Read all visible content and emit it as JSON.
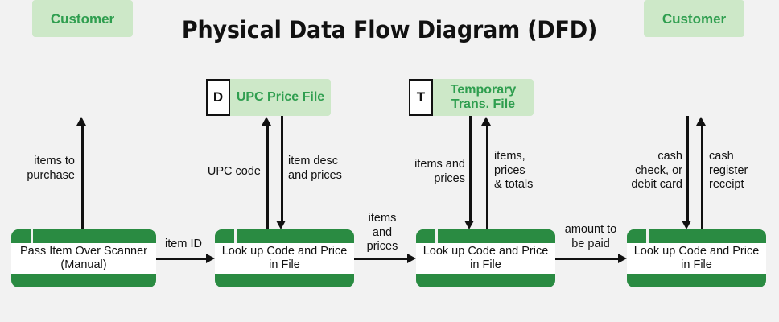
{
  "title": "Physical Data Flow Diagram (DFD)",
  "colors": {
    "background": "#f2f2f2",
    "process_green": "#2a8b42",
    "entity_fill": "#cde8c8",
    "entity_text": "#2f9e4f",
    "line": "#111111"
  },
  "entities": [
    {
      "id": "customer-left",
      "label": "Customer"
    },
    {
      "id": "customer-right",
      "label": "Customer"
    }
  ],
  "data_stores": [
    {
      "id": "upc-price-file",
      "tag": "D",
      "label": "UPC Price File"
    },
    {
      "id": "temporary-trans-file",
      "tag": "T",
      "label": "Temporary Trans. File"
    }
  ],
  "processes": [
    {
      "id": "process-1",
      "label": "Pass Item Over Scanner (Manual)"
    },
    {
      "id": "process-2",
      "label": "Look up Code and Price in File"
    },
    {
      "id": "process-3",
      "label": "Look up Code and Price in File"
    },
    {
      "id": "process-4",
      "label": "Look up Code and Price in File"
    }
  ],
  "vertical_flows": [
    {
      "id": "items-to-purchase",
      "label": "items to\npurchase",
      "direction": "up"
    },
    {
      "id": "upc-code",
      "label": "UPC code",
      "direction": "up"
    },
    {
      "id": "item-desc-and-prices",
      "label": "item desc\nand prices",
      "direction": "down"
    },
    {
      "id": "items-and-prices-store",
      "label": "items and\nprices",
      "direction": "down"
    },
    {
      "id": "items-prices-totals",
      "label": "items,\nprices\n& totals",
      "direction": "up"
    },
    {
      "id": "cash-check-debit",
      "label": "cash\ncheck, or\ndebit card",
      "direction": "down"
    },
    {
      "id": "cash-register-receipt",
      "label": "cash\nregister\nreceipt",
      "direction": "up"
    }
  ],
  "horizontal_flows": [
    {
      "id": "item-id",
      "label": "item ID"
    },
    {
      "id": "items-and-prices",
      "label": "items\nand\nprices"
    },
    {
      "id": "amount-to-be-paid",
      "label": "amount to\nbe paid"
    }
  ]
}
